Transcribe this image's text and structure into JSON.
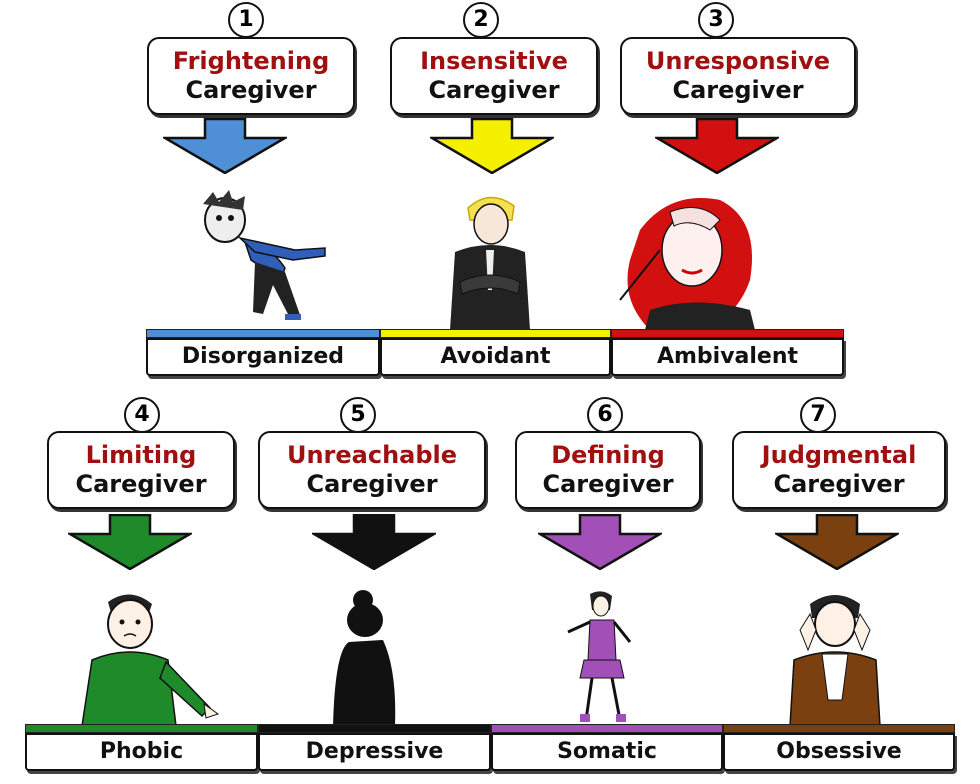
{
  "top_row": [
    {
      "number": "1",
      "title": "Frightening",
      "subtitle": "Caregiver",
      "style": "Disorganized",
      "color": "#4f8fd6"
    },
    {
      "number": "2",
      "title": "Insensitive",
      "subtitle": "Caregiver",
      "style": "Avoidant",
      "color": "#f4f000"
    },
    {
      "number": "3",
      "title": "Unresponsive",
      "subtitle": "Caregiver",
      "style": "Ambivalent",
      "color": "#d21010"
    }
  ],
  "bottom_row": [
    {
      "number": "4",
      "title": "Limiting",
      "subtitle": "Caregiver",
      "style": "Phobic",
      "color": "#1f8a2a"
    },
    {
      "number": "5",
      "title": "Unreachable",
      "subtitle": "Caregiver",
      "style": "Depressive",
      "color": "#111111"
    },
    {
      "number": "6",
      "title": "Defining",
      "subtitle": "Caregiver",
      "style": "Somatic",
      "color": "#a24fb8"
    },
    {
      "number": "7",
      "title": "Judgmental",
      "subtitle": "Caregiver",
      "style": "Obsessive",
      "color": "#7a4010"
    }
  ]
}
